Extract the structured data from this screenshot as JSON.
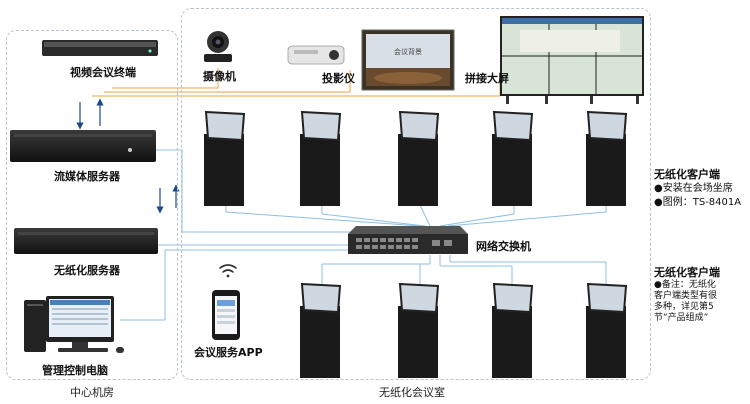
{
  "zones": {
    "machine_room": "中心机房",
    "meeting_room": "无纸化会议室"
  },
  "devices": {
    "video_terminal": "视频会议终端",
    "streaming_server": "流媒体服务器",
    "paperless_server": "无纸化服务器",
    "control_pc": "管理控制电脑",
    "camera": "摄像机",
    "projector": "投影仪",
    "video_wall": "拼接大屏",
    "network_switch": "网络交换机",
    "app": "会议服务APP",
    "screen_text": "会议背景"
  },
  "client_info_1": {
    "title": "无纸化客户端",
    "line1": "●安装在会场坐席",
    "line2": "●图例：TS-8401A"
  },
  "client_info_2": {
    "title": "无纸化客户端",
    "line1": "●备注：无纸化",
    "line2": "客户端类型有很",
    "line3": "多种，详见第5",
    "line4": "节“产品组成”"
  },
  "colors": {
    "video_line": "#f0a040",
    "network_line": "#8fbfe3",
    "arrow": "#1a4a8a",
    "zone_border": "#b9c3cc"
  }
}
